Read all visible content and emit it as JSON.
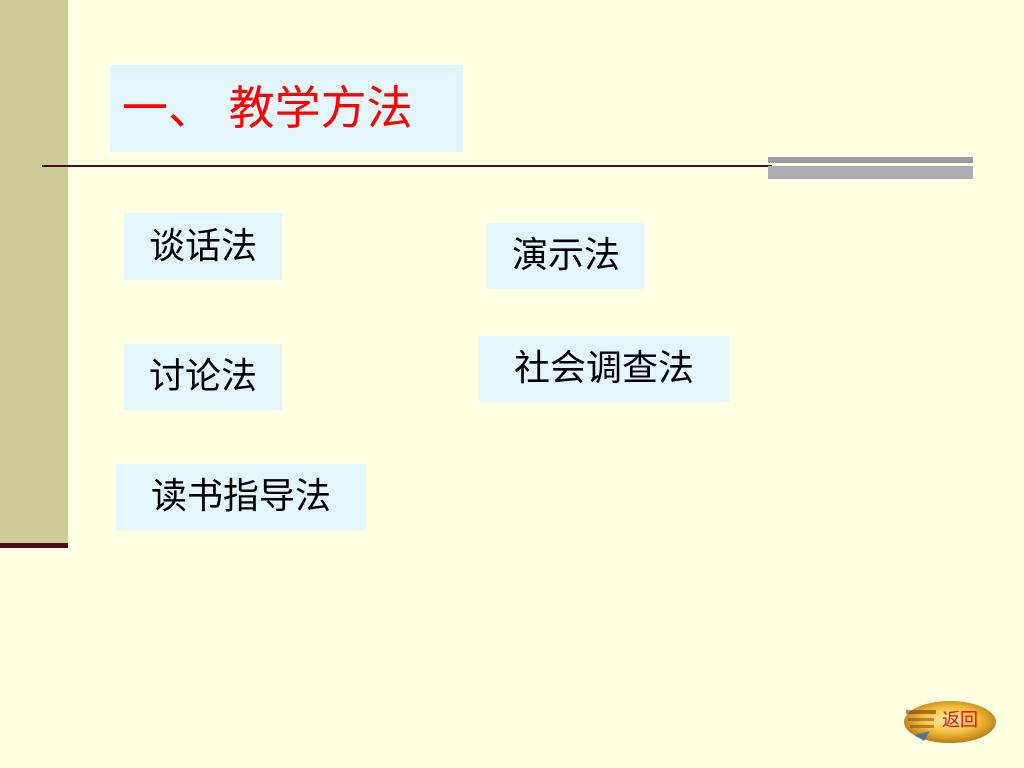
{
  "slide": {
    "title": "一、 教学方法",
    "methods": [
      "谈话法",
      "演示法",
      "讨论法",
      "社会调查法",
      "读书指导法"
    ],
    "back_label": "返回"
  },
  "colors": {
    "background": "#ffffe1",
    "sidebar": "#cccc99",
    "accent_dark": "#4a0d22",
    "title_text": "#ff0000",
    "label_bg": "#e3f6fc",
    "rule_gray": "#aeaeb2"
  }
}
